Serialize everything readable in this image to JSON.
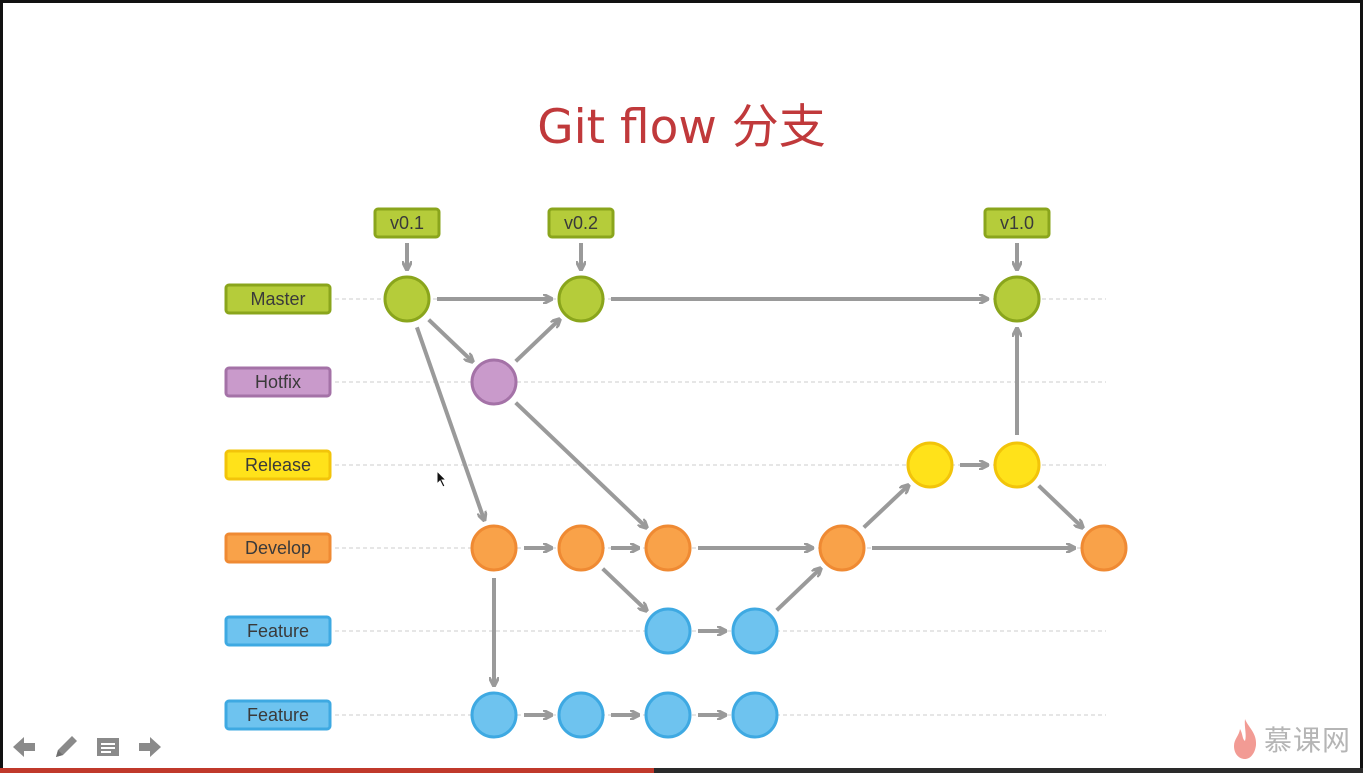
{
  "slide": {
    "title": "Git flow 分支"
  },
  "diagram": {
    "colors": {
      "master": {
        "fill": "#b5cc3a",
        "stroke": "#8aa51c",
        "label_fill": "#b5cc3a",
        "label_stroke": "#8aa51c"
      },
      "hotfix": {
        "fill": "#c99acb",
        "stroke": "#a472a7",
        "label_fill": "#c99acb",
        "label_stroke": "#a472a7"
      },
      "release": {
        "fill": "#ffe21a",
        "stroke": "#f2c40a",
        "label_fill": "#ffe21a",
        "label_stroke": "#f2c40a"
      },
      "develop": {
        "fill": "#f9a249",
        "stroke": "#ef8a33",
        "label_fill": "#f9a249",
        "label_stroke": "#ef8a33"
      },
      "feature": {
        "fill": "#6ec3ef",
        "stroke": "#3ea9e2",
        "label_fill": "#6ec3ef",
        "label_stroke": "#3ea9e2"
      },
      "arrow": "#9a9a9a",
      "lane_line": "#cccccc"
    },
    "lanes": [
      {
        "id": "master",
        "label": "Master",
        "kind": "master"
      },
      {
        "id": "hotfix",
        "label": "Hotfix",
        "kind": "hotfix"
      },
      {
        "id": "release",
        "label": "Release",
        "kind": "release"
      },
      {
        "id": "develop",
        "label": "Develop",
        "kind": "develop"
      },
      {
        "id": "feature1",
        "label": "Feature",
        "kind": "feature"
      },
      {
        "id": "feature2",
        "label": "Feature",
        "kind": "feature"
      }
    ],
    "tags": [
      {
        "label": "v0.1",
        "node": "m1"
      },
      {
        "label": "v0.2",
        "node": "m2"
      },
      {
        "label": "v1.0",
        "node": "m3"
      }
    ],
    "nodes": [
      {
        "id": "m1",
        "lane": "master",
        "col": 0
      },
      {
        "id": "m2",
        "lane": "master",
        "col": 2
      },
      {
        "id": "m3",
        "lane": "master",
        "col": 7
      },
      {
        "id": "h1",
        "lane": "hotfix",
        "col": 1
      },
      {
        "id": "r1",
        "lane": "release",
        "col": 6
      },
      {
        "id": "r2",
        "lane": "release",
        "col": 7
      },
      {
        "id": "d1",
        "lane": "develop",
        "col": 1
      },
      {
        "id": "d2",
        "lane": "develop",
        "col": 2
      },
      {
        "id": "d3",
        "lane": "develop",
        "col": 3
      },
      {
        "id": "d4",
        "lane": "develop",
        "col": 5
      },
      {
        "id": "d5",
        "lane": "develop",
        "col": 8
      },
      {
        "id": "fa1",
        "lane": "feature1",
        "col": 3
      },
      {
        "id": "fa2",
        "lane": "feature1",
        "col": 4
      },
      {
        "id": "fb1",
        "lane": "feature2",
        "col": 1
      },
      {
        "id": "fb2",
        "lane": "feature2",
        "col": 2
      },
      {
        "id": "fb3",
        "lane": "feature2",
        "col": 3
      },
      {
        "id": "fb4",
        "lane": "feature2",
        "col": 4
      }
    ],
    "edges": [
      [
        "m1",
        "m2"
      ],
      [
        "m2",
        "m3"
      ],
      [
        "m1",
        "h1"
      ],
      [
        "h1",
        "m2"
      ],
      [
        "m1",
        "d1"
      ],
      [
        "h1",
        "d3"
      ],
      [
        "d1",
        "d2"
      ],
      [
        "d2",
        "d3"
      ],
      [
        "d3",
        "d4"
      ],
      [
        "d4",
        "d5"
      ],
      [
        "d2",
        "fa1"
      ],
      [
        "fa1",
        "fa2"
      ],
      [
        "fa2",
        "d4"
      ],
      [
        "d4",
        "r1"
      ],
      [
        "r1",
        "r2"
      ],
      [
        "r2",
        "m3"
      ],
      [
        "r2",
        "d5"
      ],
      [
        "d1",
        "fb1"
      ],
      [
        "fb1",
        "fb2"
      ],
      [
        "fb2",
        "fb3"
      ],
      [
        "fb3",
        "fb4"
      ]
    ]
  },
  "toolbar": {
    "items": [
      {
        "name": "prev-arrow-icon"
      },
      {
        "name": "pencil-icon"
      },
      {
        "name": "notes-icon"
      },
      {
        "name": "next-arrow-icon"
      }
    ]
  },
  "watermark": {
    "text": "慕课网",
    "icon": "flame-logo-icon"
  },
  "progress": {
    "fraction": 0.48
  }
}
